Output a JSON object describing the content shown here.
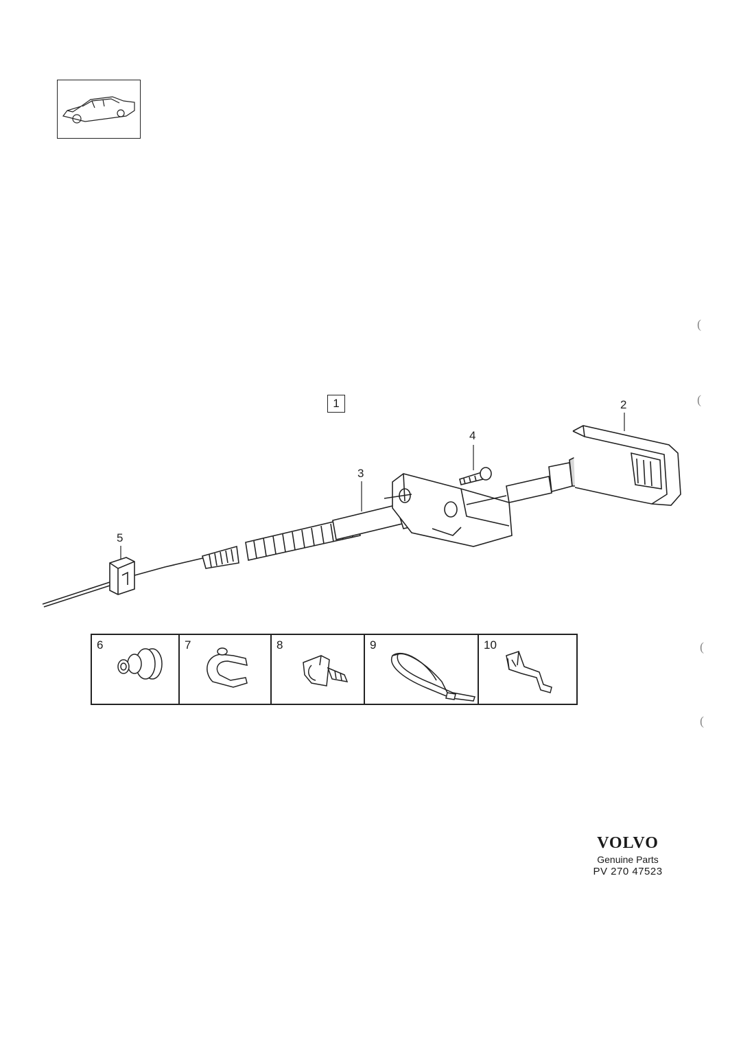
{
  "callouts": [
    "2",
    "3",
    "4",
    "5"
  ],
  "group_number": "1",
  "kit_parts": [
    {
      "number": "6",
      "icon": "grommet-icon"
    },
    {
      "number": "7",
      "icon": "cable-clamp-icon"
    },
    {
      "number": "8",
      "icon": "clip-with-stud-icon"
    },
    {
      "number": "9",
      "icon": "cable-tie-icon"
    },
    {
      "number": "10",
      "icon": "spring-clip-icon"
    }
  ],
  "brand": {
    "logo": "VOLVO",
    "subtitle": "Genuine Parts",
    "code": "PV 270 47523"
  },
  "margin_marks": [
    "(",
    "(",
    "(",
    "("
  ]
}
